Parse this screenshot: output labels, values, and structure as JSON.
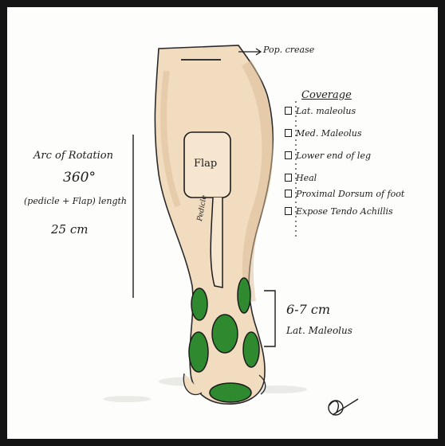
{
  "labels": {
    "pop_crease": "Pop. crease",
    "coverage_title": "Coverage",
    "coverage_items": [
      "Lat. maleolus",
      "Med. Maleolus",
      "Lower end of leg",
      "Heal",
      "Proximal Dorsum of foot",
      "Expose Tendo Achillis"
    ],
    "arc_line1": "Arc of Rotation",
    "arc_line2": "360°",
    "arc_line3": "(pedicle + Flap) length",
    "arc_line4": "25 cm",
    "flap": "Flap",
    "pedicle": "Pedicle",
    "distance": "6-7 cm",
    "distance_ref": "Lat. Maleolus"
  },
  "colors": {
    "skin": "#f2dcc0",
    "skin_shadow": "#d9b993",
    "perforator_green": "#2f8a2f",
    "ink": "#1c1c1c",
    "frame": "#141414"
  }
}
